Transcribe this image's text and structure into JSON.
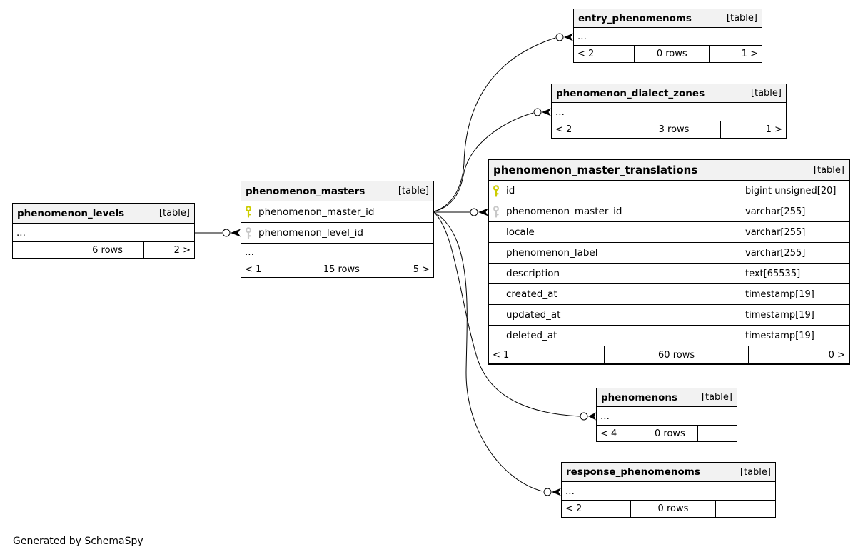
{
  "colors": {
    "primary_key": "#cccc00",
    "foreign_key": "#c8c8c8",
    "header_bg": "#f2f2f2",
    "line": "#000000"
  },
  "note": "Generated by SchemaSpy",
  "tables": {
    "entry_phenomenoms": {
      "title": "entry_phenomenoms",
      "tag": "[table]",
      "ellipsis": "...",
      "footer": {
        "left": "< 2",
        "center": "0 rows",
        "right": "1 >"
      }
    },
    "phenomenon_dialect_zones": {
      "title": "phenomenon_dialect_zones",
      "tag": "[table]",
      "ellipsis": "...",
      "footer": {
        "left": "< 2",
        "center": "3 rows",
        "right": "1 >"
      }
    },
    "phenomenon_master_translations": {
      "title": "phenomenon_master_translations",
      "tag": "[table]",
      "columns": [
        {
          "name": "id",
          "type": "bigint unsigned[20]",
          "key": "primary"
        },
        {
          "name": "phenomenon_master_id",
          "type": "varchar[255]",
          "key": "foreign"
        },
        {
          "name": "locale",
          "type": "varchar[255]",
          "key": "none"
        },
        {
          "name": "phenomenon_label",
          "type": "varchar[255]",
          "key": "none"
        },
        {
          "name": "description",
          "type": "text[65535]",
          "key": "none"
        },
        {
          "name": "created_at",
          "type": "timestamp[19]",
          "key": "none"
        },
        {
          "name": "updated_at",
          "type": "timestamp[19]",
          "key": "none"
        },
        {
          "name": "deleted_at",
          "type": "timestamp[19]",
          "key": "none"
        }
      ],
      "footer": {
        "left": "< 1",
        "center": "60 rows",
        "right": "0 >"
      }
    },
    "phenomenon_masters": {
      "title": "phenomenon_masters",
      "tag": "[table]",
      "columns": [
        {
          "name": "phenomenon_master_id",
          "key": "primary"
        },
        {
          "name": "phenomenon_level_id",
          "key": "foreign"
        }
      ],
      "ellipsis": "...",
      "footer": {
        "left": "< 1",
        "center": "15 rows",
        "right": "5 >"
      }
    },
    "phenomenon_levels": {
      "title": "phenomenon_levels",
      "tag": "[table]",
      "ellipsis": "...",
      "footer": {
        "left": "",
        "center": "6 rows",
        "right": "2 >"
      }
    },
    "phenomenons": {
      "title": "phenomenons",
      "tag": "[table]",
      "ellipsis": "...",
      "footer": {
        "left": "< 4",
        "center": "0 rows",
        "right": ""
      }
    },
    "response_phenomenoms": {
      "title": "response_phenomenoms",
      "tag": "[table]",
      "ellipsis": "...",
      "footer": {
        "left": "< 2",
        "center": "0 rows",
        "right": ""
      }
    }
  }
}
